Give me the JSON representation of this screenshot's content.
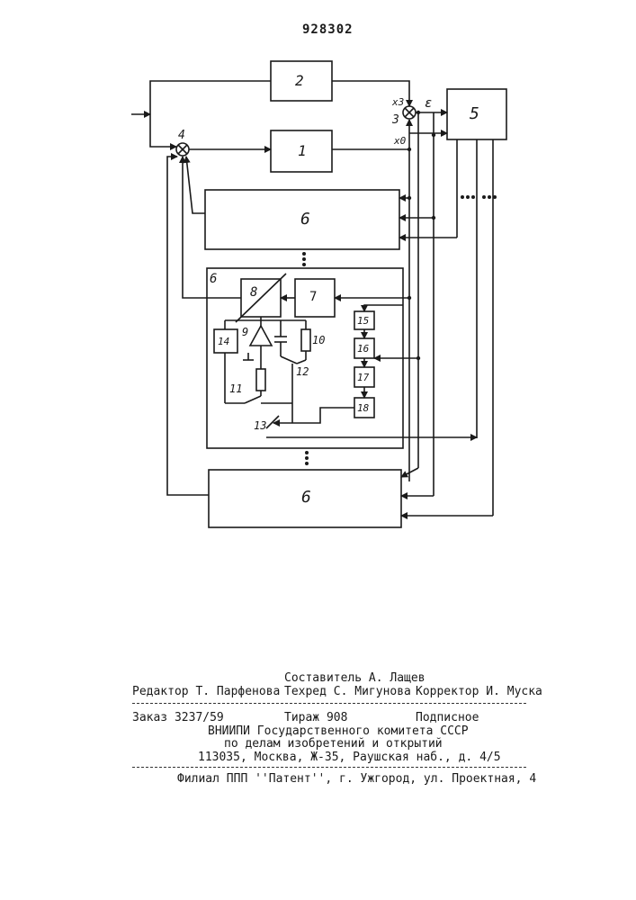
{
  "document": {
    "number": "928302"
  },
  "diagram": {
    "blocks": {
      "b1": "1",
      "b2": "2",
      "b5": "5",
      "b6_top": "6",
      "b6_mid": "6",
      "b6_bot": "6",
      "b7": "7",
      "b8": "8",
      "b14": "14",
      "b15": "15",
      "b16": "16",
      "b17": "17",
      "b18": "18"
    },
    "labels": {
      "n3": "3",
      "n4": "4",
      "n9": "9",
      "n10": "10",
      "n11": "11",
      "n12": "12",
      "n13": "13",
      "x3": "x3",
      "eps": "ε",
      "x0": "x0"
    },
    "colors": {
      "ink": "#1a1a1a"
    }
  },
  "footer": {
    "compiler": "Составитель А. Лащев",
    "editor": "Редактор Т. Парфенова",
    "techred": "Техред С. Мигунова",
    "corrector": "Корректор И. Муска",
    "order": "Заказ 3237/59",
    "circulation": "Тираж 908",
    "subscription": "Подписное",
    "org1": "ВНИИПИ Государственного комитета СССР",
    "org2": "по делам изобретений и открытий",
    "address": "113035, Москва, Ж-35, Раушская наб., д. 4/5",
    "branch": "Филиал ППП ''Патент'', г. Ужгород, ул. Проектная, 4"
  }
}
